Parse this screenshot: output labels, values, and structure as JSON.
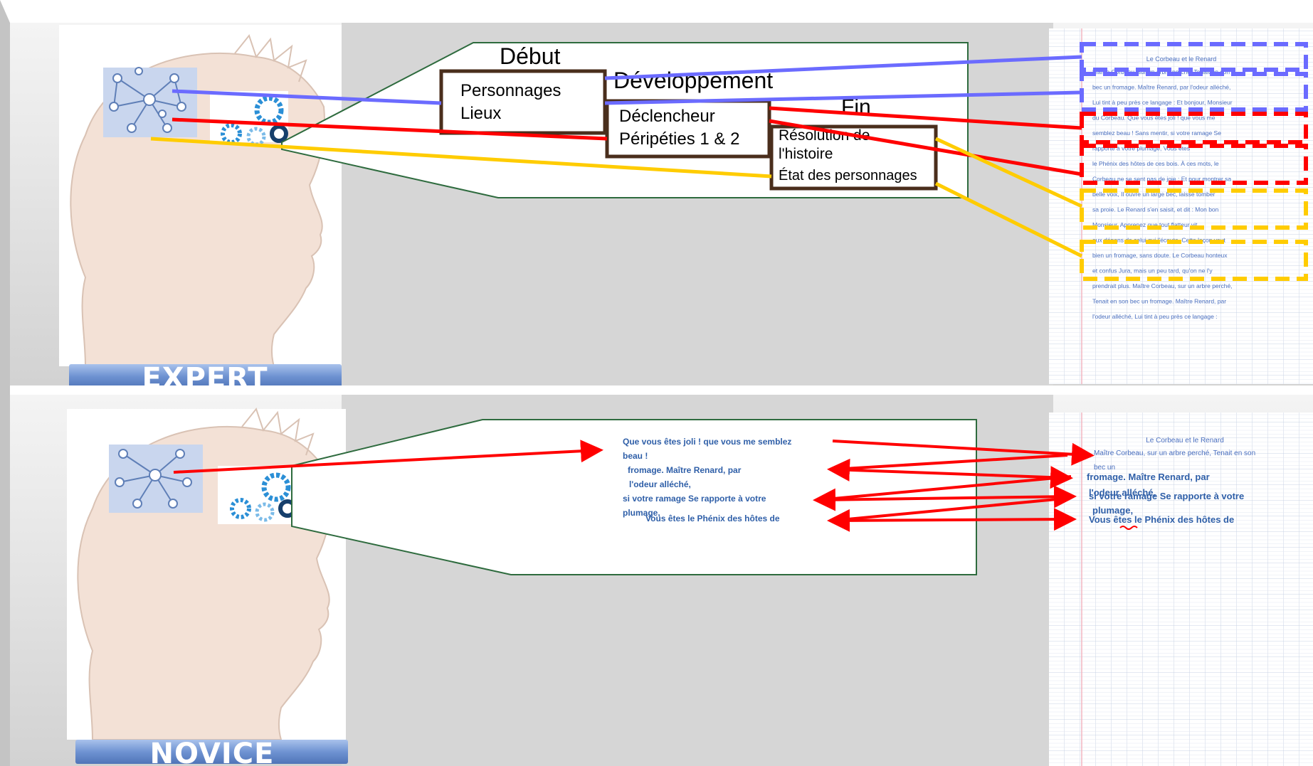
{
  "expert": {
    "caption": "EXPERT",
    "boxes": {
      "debut": {
        "title": "Début",
        "lines": [
          "Personnages",
          "Lieux"
        ]
      },
      "developpement": {
        "title": "Développement",
        "lines": [
          "Déclencheur",
          "Péripéties 1 & 2"
        ]
      },
      "fin": {
        "title": "Fin",
        "lines": [
          "Résolution de",
          "l'histoire",
          "État des personnages"
        ]
      }
    },
    "document": {
      "title": "Le Corbeau et le Renard",
      "lines": [
        "Maître Corbeau, sur un arbre perché, Tenait en son",
        "bec un fromage. Maître Renard, par l'odeur alléché,",
        "Lui tint à peu près ce langage : Et bonjour, Monsieur",
        "du Corbeau. Que vous êtes joli ! que vous me",
        "semblez beau ! Sans mentir, si votre ramage Se",
        "rapporte à votre plumage, Vous êtes",
        "le Phénix des hôtes de ces bois. À ces mots, le",
        "Corbeau ne se sent pas de joie ; Et pour montrer sa",
        "belle voix, Il ouvre un large bec, laisse tomber",
        "sa proie. Le Renard s'en saisit, et dit : Mon bon",
        "Monsieur, Apprenez que tout flatteur vit",
        "aux dépens de celui qui l'écoute. Cette leçon vaut",
        "bien un fromage, sans doute. Le Corbeau honteux",
        "et confus Jura, mais un peu tard, qu'on ne l'y",
        "prendrait plus. Maître Corbeau, sur un arbre perché,",
        "Tenait en son bec un fromage. Maître Renard, par",
        "l'odeur alléché, Lui tint à peu près ce langage :"
      ]
    }
  },
  "novice": {
    "caption": "NOVICE",
    "fragments": [
      "Que vous êtes joli ! que vous me semblez",
      "beau !",
      "fromage. Maître Renard, par",
      "l'odeur alléché,",
      "si votre ramage Se rapporte à votre",
      "plumage,",
      "Vous êtes le Phénix des hôtes de"
    ],
    "document": {
      "title": "Le Corbeau et le Renard",
      "line1": "Maître Corbeau, sur un arbre perché, Tenait en son",
      "line2": "bec un",
      "line3": "fromage. Maître Renard, par",
      "line4": "l'odeur alléché,",
      "line5": "si votre ramage Se rapporte à votre",
      "line6": "plumage,",
      "line7": "Vous êtes le Phénix des hôtes de"
    }
  },
  "colors": {
    "blue_line": "#6b6bff",
    "red_line": "#ff0000",
    "yellow_line": "#ffcc00",
    "box_border": "#4a2e1c",
    "callout_border": "#2e6b3e",
    "caption_bar": "#7b9fd8"
  }
}
